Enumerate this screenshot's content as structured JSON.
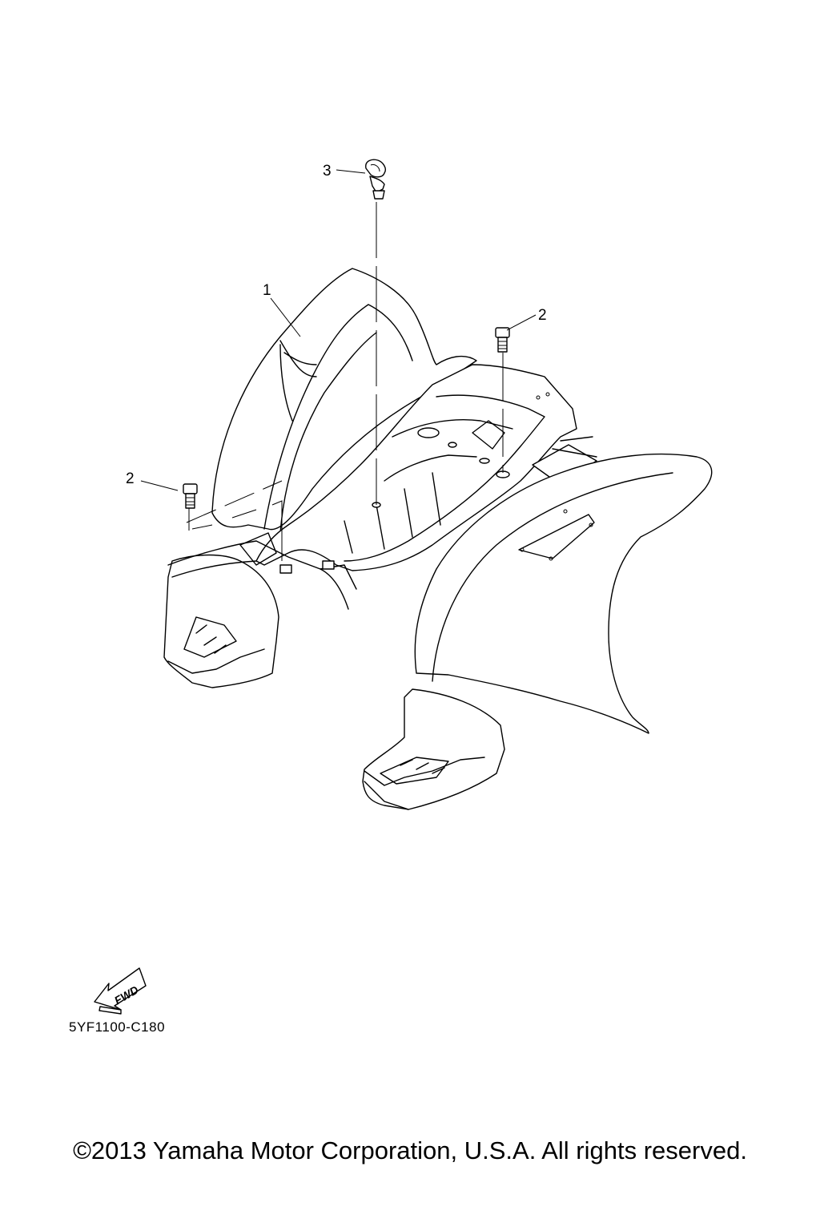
{
  "callouts": {
    "part_1": "1",
    "part_2_left": "2",
    "part_2_right": "2",
    "part_3": "3"
  },
  "fwd_indicator": {
    "label": "FWD",
    "icon": "fwd-arrow-icon"
  },
  "part_code": "5YF1100-C180",
  "copyright": "©2013 Yamaha Motor Corporation, U.S.A. All rights reserved."
}
